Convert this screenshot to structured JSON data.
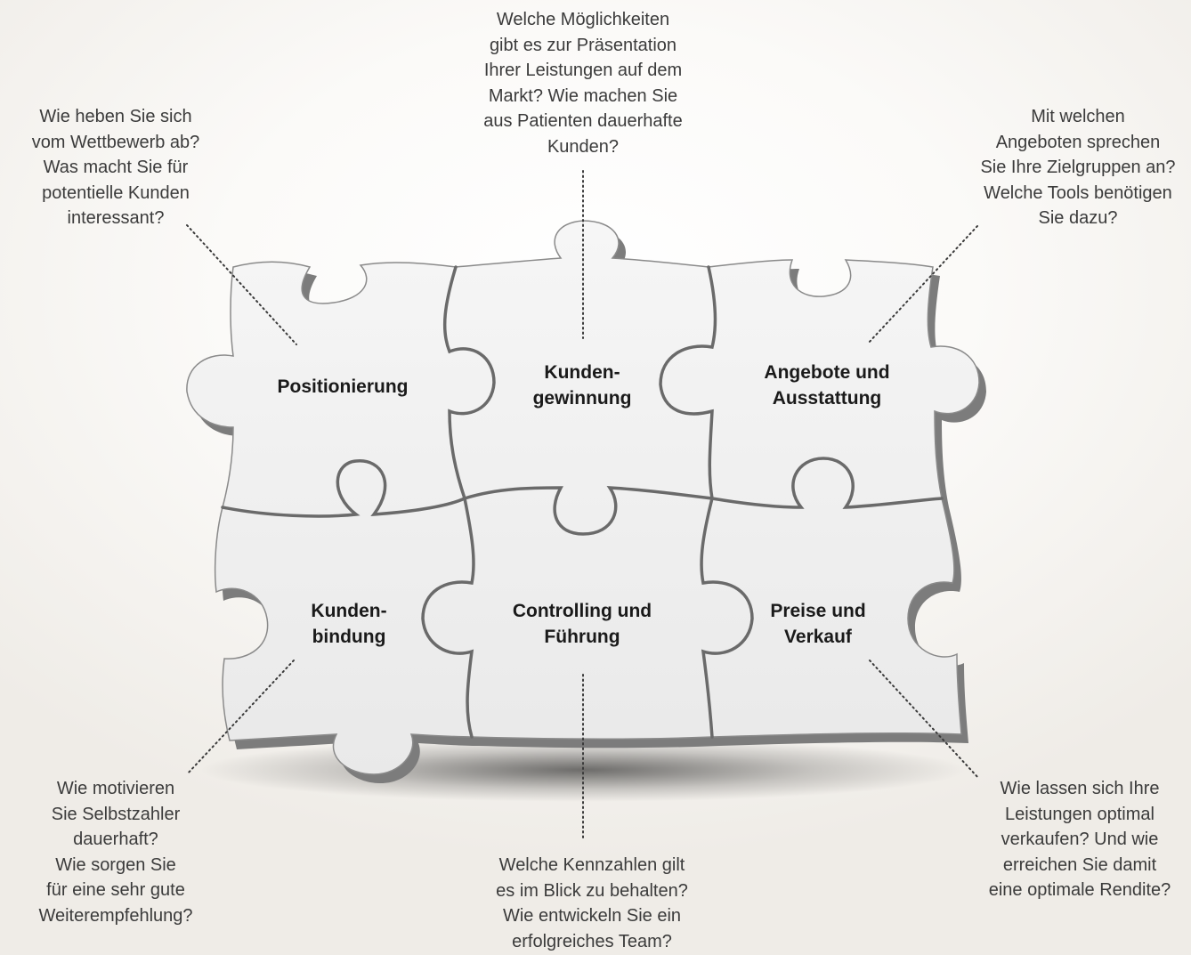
{
  "pieces": {
    "positionierung": "Positionierung",
    "kundengewinnung_1": "Kunden-",
    "kundengewinnung_2": "gewinnung",
    "angebote_1": "Angebote und",
    "angebote_2": "Ausstattung",
    "kundenbindung_1": "Kunden-",
    "kundenbindung_2": "bindung",
    "controlling_1": "Controlling und",
    "controlling_2": "Führung",
    "preise_1": "Preise und",
    "preise_2": "Verkauf"
  },
  "notes": {
    "top_center": "Welche Möglichkeiten\ngibt es zur Präsentation\nIhrer Leistungen auf dem\nMarkt? Wie machen Sie\naus Patienten dauerhafte\nKunden?",
    "top_left": "Wie heben Sie sich\nvom Wettbewerb ab?\nWas macht Sie für\npotentielle Kunden\ninteressant?",
    "top_right": "Mit welchen\nAngeboten sprechen\nSie Ihre Zielgruppen an?\nWelche Tools benötigen\nSie dazu?",
    "bottom_left": "Wie motivieren\nSie Selbstzahler\ndauerhaft?\nWie sorgen Sie\nfür eine sehr gute\nWeiterempfehlung?",
    "bottom_center": "Welche Kennzahlen gilt\nes im Blick zu behalten?\nWie entwickeln Sie ein\nerfolgreiches Team?",
    "bottom_right": "Wie lassen sich Ihre\nLeistungen optimal\nverkaufen? Und wie\nerreichen Sie damit\neine optimale Rendite?"
  },
  "colors": {
    "piece_fill": "#f0f0f0",
    "piece_edge": "#6f6f6f",
    "leader": "#3a3a3a"
  }
}
